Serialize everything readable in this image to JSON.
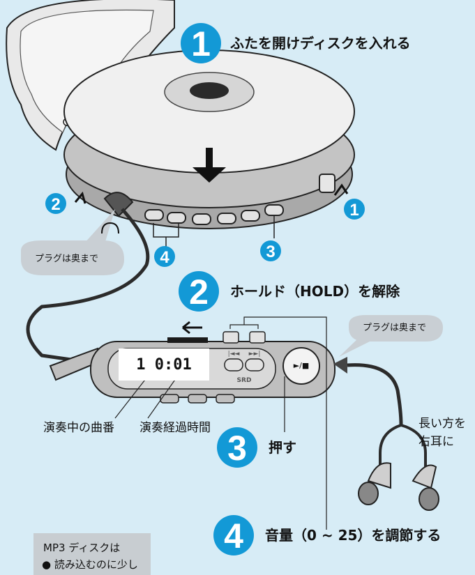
{
  "steps": {
    "s1": {
      "number": "1",
      "text": "ふたを開けディスクを入れる"
    },
    "s2": {
      "number": "2",
      "text": "ホールド（HOLD）を解除"
    },
    "s3": {
      "number": "3",
      "text": "押す"
    },
    "s4": {
      "number": "4",
      "text": "音量（0 ~ 25）を調節する"
    }
  },
  "markers": {
    "m1": "1",
    "m2": "2",
    "m3": "3",
    "m4": "4"
  },
  "bubbles": {
    "plug_left": "プラグは奥まで",
    "plug_right": "プラグは奥まで"
  },
  "remote": {
    "display": "1 0:01",
    "play_stop_symbol": "►/■",
    "srd_label": "SRD",
    "prev_symbol": "|◄◄",
    "next_symbol": "►►|"
  },
  "captions": {
    "track_number": "演奏中の曲番",
    "elapsed_time": "演奏経過時間",
    "earphone_line1": "長い方を",
    "earphone_line2": "右耳に"
  },
  "note": {
    "line1": "MP3 ディスクは",
    "line2": "● 読み込むのに少し"
  },
  "colors": {
    "background": "#d7ecf6",
    "step_circle": "#1399d6",
    "device_body": "#bfbfbf",
    "bubble": "#c9cfd4"
  }
}
